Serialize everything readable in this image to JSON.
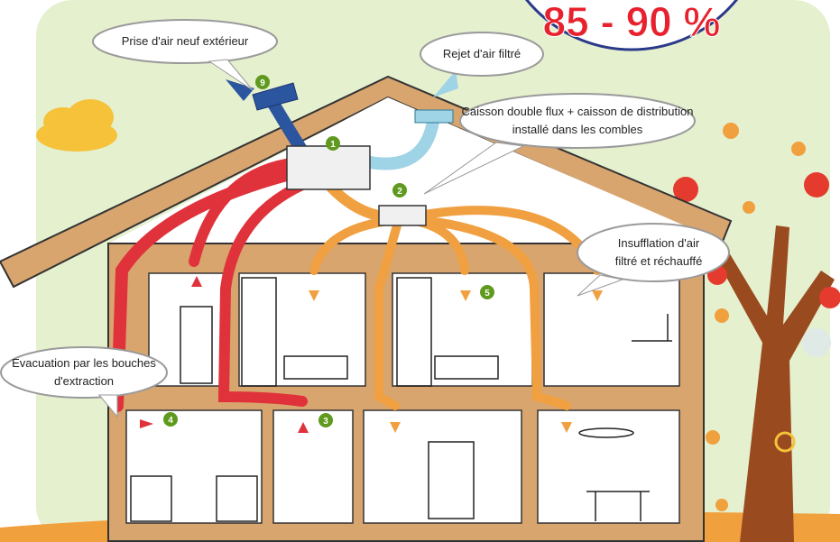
{
  "percentage_badge": {
    "text": "85 - 90 %"
  },
  "callouts": {
    "fresh_air_intake": "Prise d'air neuf extérieur",
    "filtered_air_exhaust": "Rejet d'air filtré",
    "unit_line1": "Caisson double flux + caisson de distribution",
    "unit_line2": "installé dans les combles",
    "supply_line1": "Insufflation d'air",
    "supply_line2": "filtré et réchauffé",
    "extraction_line1": "Evacuation par les bouches",
    "extraction_line2": "d'extraction"
  },
  "markers": {
    "m1": "1",
    "m2": "2",
    "m3": "3",
    "m4": "4",
    "m5": "5",
    "m9": "9"
  },
  "colors": {
    "extract_duct": "#e0323b",
    "supply_duct": "#f0a040",
    "intake_duct": "#2c55a0",
    "exhaust_duct": "#9fd3e6",
    "house_wall": "#d9a56e",
    "sky": "#e5f0cf",
    "marker": "#5f9a1e",
    "badge_text": "#e8212e",
    "badge_border": "#2a3a8a"
  }
}
